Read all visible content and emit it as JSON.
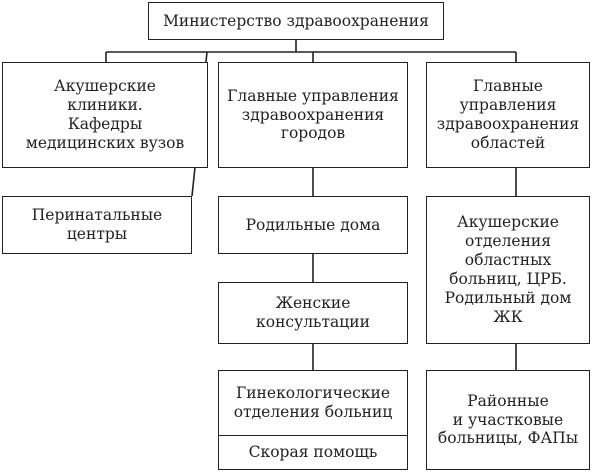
{
  "diagram": {
    "root": "Министерство здравоохранения",
    "col1": {
      "head": "Акушерские\nклиники.\nКафедры\nмедицинских вузов",
      "sub": "Перинатальные\nцентры"
    },
    "col2": {
      "head": "Главные управления\nздравоохранения\nгородов",
      "items": [
        "Родильные дома",
        "Женские\nконсультации"
      ],
      "last_top": "Гинекологические\nотделения больниц",
      "last_bottom": "Скорая помощь"
    },
    "col3": {
      "head": "Главные\nуправления\nздравоохранения\nобластей",
      "items": [
        "Акушерские\nотделения\nобластных\nбольниц, ЦРБ.\nРодильный дом\nЖК",
        "Районные\nи участковые\nбольницы, ФАПы"
      ]
    }
  }
}
